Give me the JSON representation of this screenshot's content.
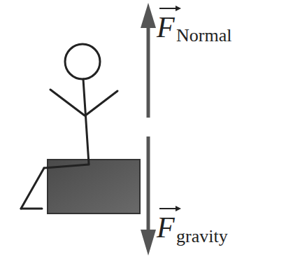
{
  "diagram": {
    "labels": [
      "F",
      "Normal",
      "F",
      "gravity"
    ]
  }
}
